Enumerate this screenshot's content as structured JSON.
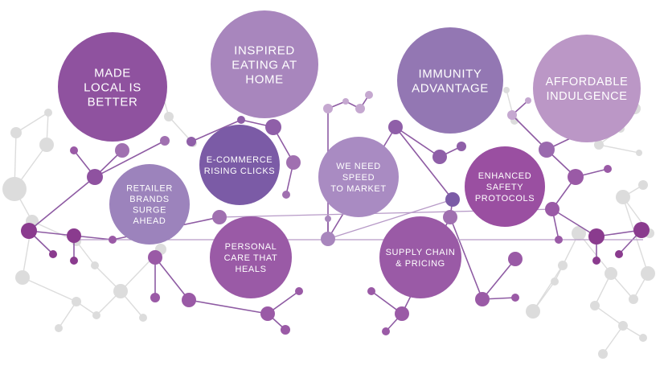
{
  "colors": {
    "network_gray": "#dcdcdc",
    "link_purple": "#8e5ba3",
    "background": "#ffffff"
  },
  "bubbles": [
    {
      "id": "made-local",
      "lines": [
        "MADE",
        "LOCAL IS",
        "BETTER"
      ],
      "color": "#8f529f"
    },
    {
      "id": "inspired-eating",
      "lines": [
        "INSPIRED",
        "EATING AT",
        "HOME"
      ],
      "color": "#a886bd"
    },
    {
      "id": "immunity",
      "lines": [
        "IMMUNITY",
        "ADVANTAGE"
      ],
      "color": "#9377b3"
    },
    {
      "id": "affordable",
      "lines": [
        "AFFORDABLE",
        "INDULGENCE"
      ],
      "color": "#bb97c6"
    },
    {
      "id": "ecommerce",
      "lines": [
        "E-COMMERCE",
        "RISING CLICKS"
      ],
      "color": "#7b5ba6"
    },
    {
      "id": "speed-to-market",
      "lines": [
        "WE NEED",
        "SPEED",
        "TO MARKET"
      ],
      "color": "#a98bc2"
    },
    {
      "id": "retailer-brands",
      "lines": [
        "RETAILER",
        "BRANDS",
        "SURGE",
        "AHEAD"
      ],
      "color": "#9c83bc"
    },
    {
      "id": "enhanced-safety",
      "lines": [
        "ENHANCED",
        "SAFETY",
        "PROTOCOLS"
      ],
      "color": "#9a4fa1"
    },
    {
      "id": "personal-care",
      "lines": [
        "PERSONAL",
        "CARE THAT",
        "HEALS"
      ],
      "color": "#9a5aa6"
    },
    {
      "id": "supply-chain",
      "lines": [
        "SUPPLY CHAIN",
        "& PRICING"
      ],
      "color": "#9a5aa6"
    }
  ]
}
